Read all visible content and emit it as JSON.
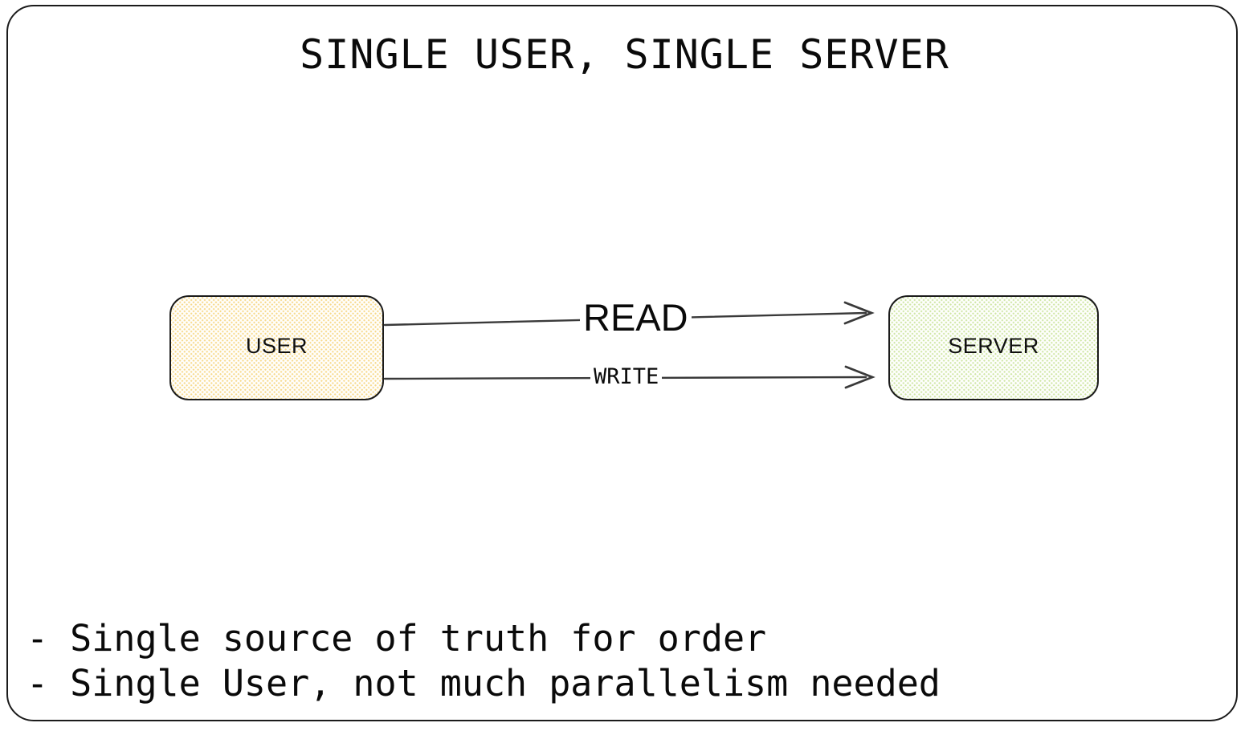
{
  "slide": {
    "title": "SINGLE USER, SINGLE SERVER",
    "background": "#ffffff",
    "frame_color": "#1b1b1b"
  },
  "diagram": {
    "type": "flow-diagram",
    "nodes": [
      {
        "id": "user",
        "label": "USER",
        "fill": "#f7d98a",
        "pattern": "cross-hatch",
        "border": "#1b1b1b"
      },
      {
        "id": "server",
        "label": "SERVER",
        "fill": "#cfe6a4",
        "pattern": "cross-hatch",
        "border": "#1b1b1b"
      }
    ],
    "edges": [
      {
        "id": "read",
        "label": "READ",
        "from": "user",
        "to": "server",
        "arrow": "open-v",
        "color": "#3a3a3a"
      },
      {
        "id": "write",
        "label": "WRITE",
        "from": "user",
        "to": "server",
        "arrow": "open-v",
        "color": "#3a3a3a"
      }
    ]
  },
  "notes": {
    "bullets": [
      "- Single source of truth for order",
      "- Single User, not much parallelism needed"
    ]
  }
}
